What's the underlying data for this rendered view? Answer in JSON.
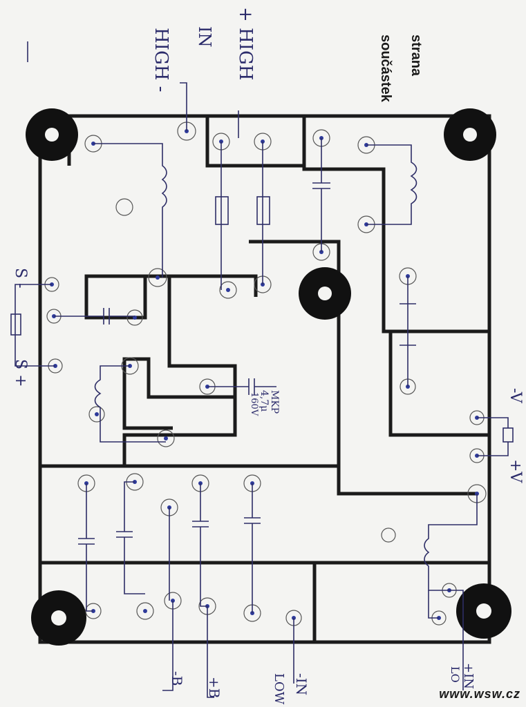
{
  "header": {
    "title_line1": "strana",
    "title_line2": "součástek"
  },
  "footer": {
    "site": "www.wsw.cz"
  },
  "labels": {
    "plus_high": "+ HIGH",
    "in": "IN",
    "minus_high": "HIGH -",
    "s_minus": "S -",
    "s_plus": "S +",
    "minus_v": "-V",
    "plus_v": "+V",
    "minus_in_low": "-IN",
    "low": "LOW",
    "plus_in_lo": "+IN",
    "lo": "LO",
    "plus_b": "+B",
    "minus_b": "-B",
    "cap_note_1": "MKP",
    "cap_note_2": "4,7μ",
    "cap_note_3": "160V"
  },
  "colors": {
    "trace": "#1b1b1b",
    "handwriting": "#2a2a6a",
    "background": "#f3f3f1"
  }
}
